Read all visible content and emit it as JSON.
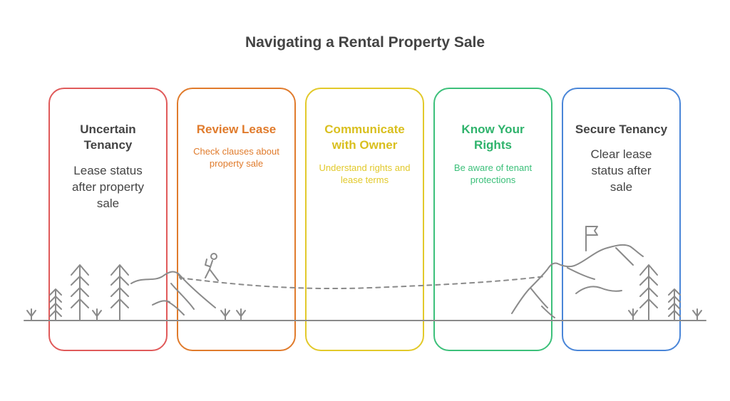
{
  "title": "Navigating a Rental Property Sale",
  "steps": [
    {
      "heading": "Uncertain Tenancy",
      "description": "Lease status after property sale",
      "color": "#e05a5a",
      "headingColor": "#444444"
    },
    {
      "heading": "Review Lease",
      "description": "Check clauses about property sale",
      "color": "#e07b2c",
      "headingColor": "#e07b2c"
    },
    {
      "heading": "Communicate with Owner",
      "description": "Understand rights and lease terms",
      "color": "#e2c92a",
      "headingColor": "#d9bf1e"
    },
    {
      "heading": "Know Your Rights",
      "description": "Be aware of tenant protections",
      "color": "#3cc07a",
      "headingColor": "#2fb36c"
    },
    {
      "heading": "Secure Tenancy",
      "description": "Clear lease status after sale",
      "color": "#4a86d8",
      "headingColor": "#444444"
    }
  ]
}
